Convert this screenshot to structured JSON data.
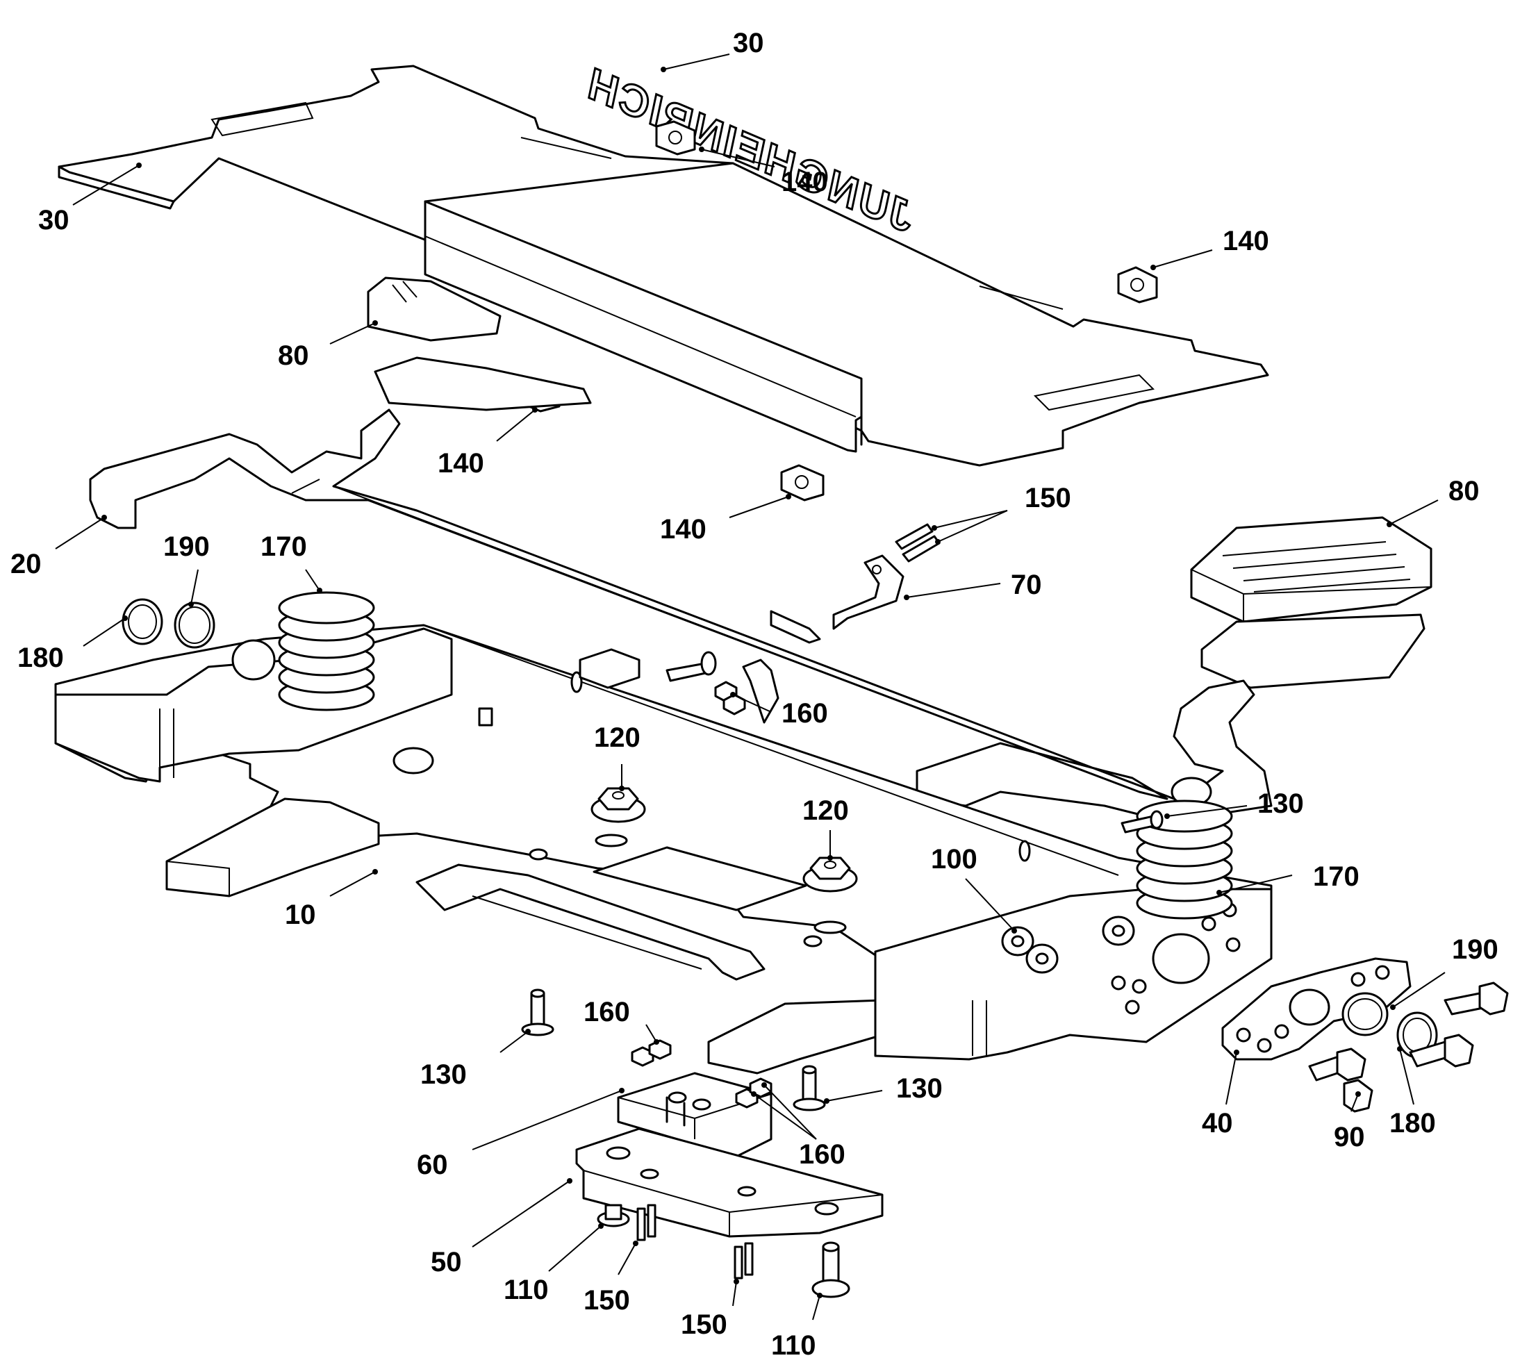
{
  "diagram": {
    "brand_text": "JUNGHEINRICH",
    "callouts": [
      {
        "id": "c30a",
        "text": "30"
      },
      {
        "id": "c30b",
        "text": "30"
      },
      {
        "id": "c140a",
        "text": "140"
      },
      {
        "id": "c140b",
        "text": "140"
      },
      {
        "id": "c140c",
        "text": "140"
      },
      {
        "id": "c140d",
        "text": "140"
      },
      {
        "id": "c80a",
        "text": "80"
      },
      {
        "id": "c80b",
        "text": "80"
      },
      {
        "id": "c150a",
        "text": "150"
      },
      {
        "id": "c70",
        "text": "70"
      },
      {
        "id": "c20",
        "text": "20"
      },
      {
        "id": "c190a",
        "text": "190"
      },
      {
        "id": "c170a",
        "text": "170"
      },
      {
        "id": "c180a",
        "text": "180"
      },
      {
        "id": "c160a",
        "text": "160"
      },
      {
        "id": "c120a",
        "text": "120"
      },
      {
        "id": "c120b",
        "text": "120"
      },
      {
        "id": "c130a",
        "text": "130"
      },
      {
        "id": "c100",
        "text": "100"
      },
      {
        "id": "c170b",
        "text": "170"
      },
      {
        "id": "c10",
        "text": "10"
      },
      {
        "id": "c190b",
        "text": "190"
      },
      {
        "id": "c160b",
        "text": "160"
      },
      {
        "id": "c130b",
        "text": "130"
      },
      {
        "id": "c130c",
        "text": "130"
      },
      {
        "id": "c40",
        "text": "40"
      },
      {
        "id": "c180b",
        "text": "180"
      },
      {
        "id": "c90",
        "text": "90"
      },
      {
        "id": "c60",
        "text": "60"
      },
      {
        "id": "c160c",
        "text": "160"
      },
      {
        "id": "c50",
        "text": "50"
      },
      {
        "id": "c110a",
        "text": "110"
      },
      {
        "id": "c150b",
        "text": "150"
      },
      {
        "id": "c150c",
        "text": "150"
      },
      {
        "id": "c110b",
        "text": "110"
      }
    ]
  }
}
